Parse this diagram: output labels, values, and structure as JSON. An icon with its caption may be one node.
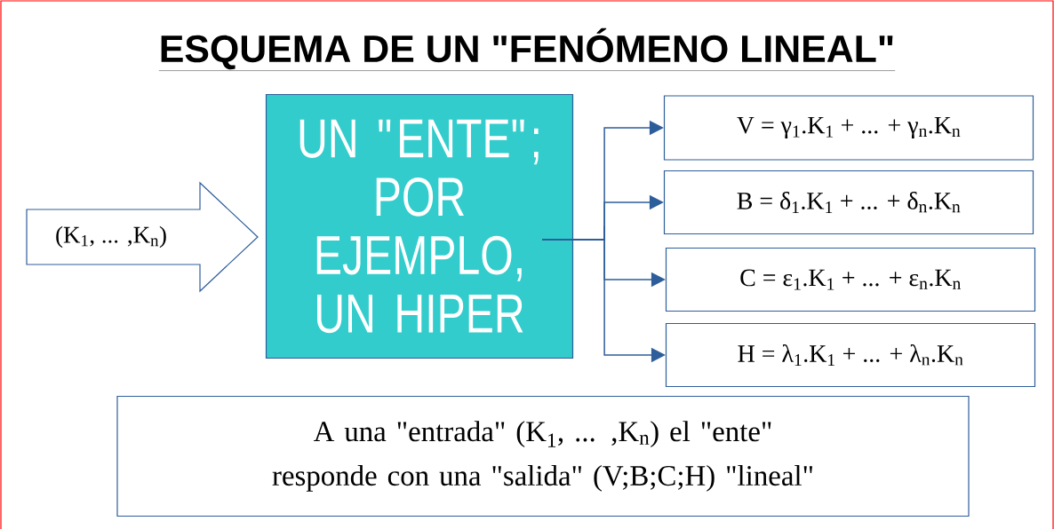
{
  "diagram": {
    "title": "ESQUEMA DE UN \"FENÓMENO LINEAL\"",
    "nodes": [
      {
        "text": [
          "(K$_{1}$, ... ,K$_{n}$)"
        ]
      },
      {
        "text": [
          "UN \"ENTE\"; POR EJEMPLO, UN HIPER"
        ]
      },
      {
        "text": [
          "V = γ$_{1}$.K$_{1}$ + ... + γ$_{n}$.K$_{n}$"
        ]
      },
      {
        "text": [
          "B = δ$_{1}$.K$_{1}$ + ... + δ$_{n}$.K$_{n}$"
        ]
      },
      {
        "text": [
          "C = ε$_{1}$.K$_{1}$ + ... + ε$_{n}$.K$_{n}$"
        ]
      },
      {
        "text": [
          "H = λ$_{1}$.K$_{1}$ + ... + λ$_{n}$.K$_{n}$"
        ]
      },
      {
        "text": [
          "A una \"entrada\" (K$_{1}$, ... ,K$_{n}$) el \"ente\" responde con una \"salida\" (V;B;C;H) \"lineal\""
        ]
      }
    ],
    "edges": [
      {
        "from": 1,
        "to": 2,
        "arrow": "to"
      },
      {
        "from": 1,
        "to": 3,
        "arrow": "to"
      },
      {
        "from": 1,
        "to": 4,
        "arrow": "to"
      },
      {
        "from": 1,
        "to": 5,
        "arrow": "to"
      }
    ]
  }
}
